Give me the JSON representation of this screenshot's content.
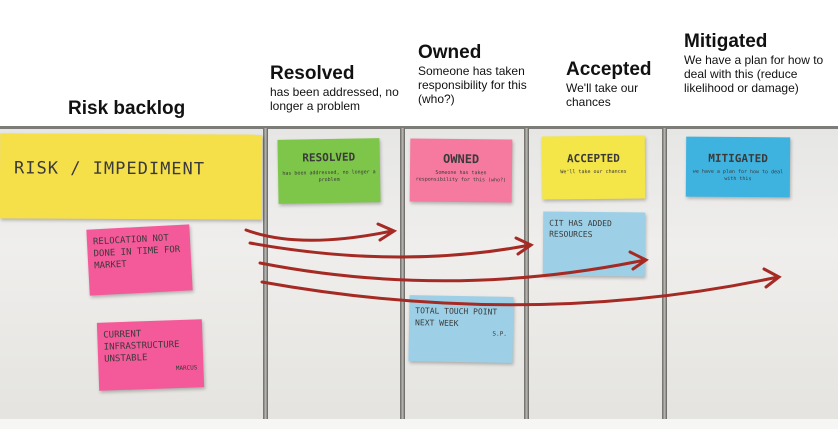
{
  "columns": {
    "backlog": {
      "title": "Risk backlog"
    },
    "resolved": {
      "title": "Resolved",
      "description": "has been addressed, no longer a problem"
    },
    "owned": {
      "title": "Owned",
      "description": "Someone has taken responsibility for this (who?)"
    },
    "accepted": {
      "title": "Accepted",
      "description": "We'll take our chances"
    },
    "mitigated": {
      "title": "Mitigated",
      "description": "We have a plan for how to deal with this (reduce likelihood or damage)"
    }
  },
  "sticky_notes": {
    "risk_header": {
      "text": "RISK / IMPEDIMENT",
      "color": "#f6e04a"
    },
    "resolved_header": {
      "text": "RESOLVED",
      "subtext": "has been addressed, no longer a problem",
      "color": "#7ec64a"
    },
    "owned_header": {
      "text": "OWNED",
      "subtext": "Someone has taken responsibility for this (who?)",
      "color": "#f67aa0"
    },
    "accepted_header": {
      "text": "ACCEPTED",
      "subtext": "We'll take our chances",
      "color": "#f4e548"
    },
    "mitigated_header": {
      "text": "MITIGATED",
      "subtext": "we have a plan for how to deal with this",
      "color": "#3fb3e0"
    },
    "relocation": {
      "text": "RELOCATION NOT DONE IN TIME FOR MARKET",
      "color": "#f45a9a"
    },
    "infrastructure": {
      "text": "CURRENT INFRASTRUCTURE UNSTABLE",
      "signature": "MARCUS",
      "color": "#f45a9a"
    },
    "cit_resources": {
      "text": "CIT HAS ADDED RESOURCES",
      "color": "#9dd0e6"
    },
    "touch_point": {
      "text": "TOTAL TOUCH POINT NEXT WEEK",
      "signature": "S.P.",
      "color": "#9dd0e6"
    }
  },
  "arrow_color": "#a52a24"
}
